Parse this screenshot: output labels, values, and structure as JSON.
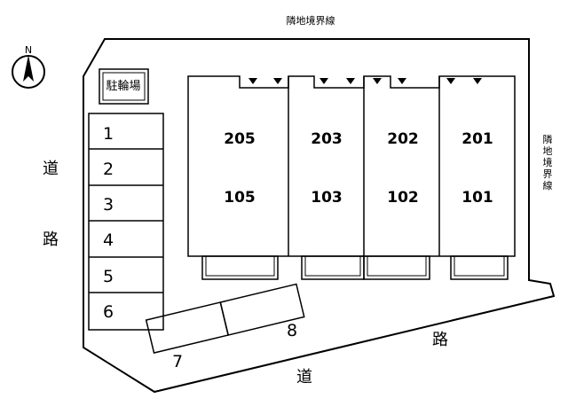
{
  "compass": {
    "north_label": "N",
    "icon": "north-arrow-icon"
  },
  "boundary_top_label": "隣地境界線",
  "boundary_right_label": [
    "隣",
    "地",
    "境",
    "界",
    "線"
  ],
  "road_left_label": [
    "道",
    "路"
  ],
  "road_bottom_label": [
    "路",
    "道"
  ],
  "bicycle_parking_label": "駐輪場",
  "parking_spaces": [
    "1",
    "2",
    "3",
    "4",
    "5",
    "6",
    "7",
    "8"
  ],
  "units": [
    {
      "upper": "205",
      "lower": "105"
    },
    {
      "upper": "203",
      "lower": "103"
    },
    {
      "upper": "202",
      "lower": "102"
    },
    {
      "upper": "201",
      "lower": "101"
    }
  ]
}
